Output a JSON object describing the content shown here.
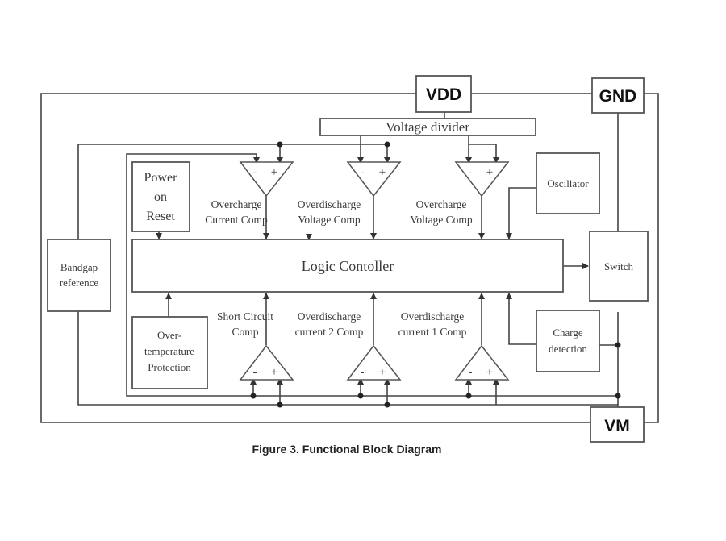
{
  "caption": "Figure 3. Functional Block Diagram",
  "blocks": {
    "vdd": "VDD",
    "gnd": "GND",
    "vm": "VM",
    "voltage_divider": "Voltage divider",
    "power_on_reset": [
      "Power",
      "on",
      "Reset"
    ],
    "oscillator": "Oscillator",
    "bandgap_reference": [
      "Bandgap",
      "reference"
    ],
    "logic_controller": "Logic Contoller",
    "switch": "Switch",
    "over_temperature_protection": [
      "Over-",
      "temperature",
      "Protection"
    ],
    "charge_detection": [
      "Charge",
      "detection"
    ]
  },
  "comparators": {
    "top": [
      {
        "label": [
          "Overcharge",
          "Current Comp"
        ],
        "minus": "-",
        "plus": "+"
      },
      {
        "label": [
          "Overdischarge",
          "Voltage Comp"
        ],
        "minus": "-",
        "plus": "+"
      },
      {
        "label": [
          "Overcharge",
          "Voltage Comp"
        ],
        "minus": "-",
        "plus": "+"
      }
    ],
    "bottom": [
      {
        "label": [
          "Short Circuit",
          "Comp"
        ],
        "minus": "-",
        "plus": "+"
      },
      {
        "label": [
          "Overdischarge",
          "current 2 Comp"
        ],
        "minus": "-",
        "plus": "+"
      },
      {
        "label": [
          "Overdischarge",
          "current 1 Comp"
        ],
        "minus": "-",
        "plus": "+"
      }
    ]
  }
}
